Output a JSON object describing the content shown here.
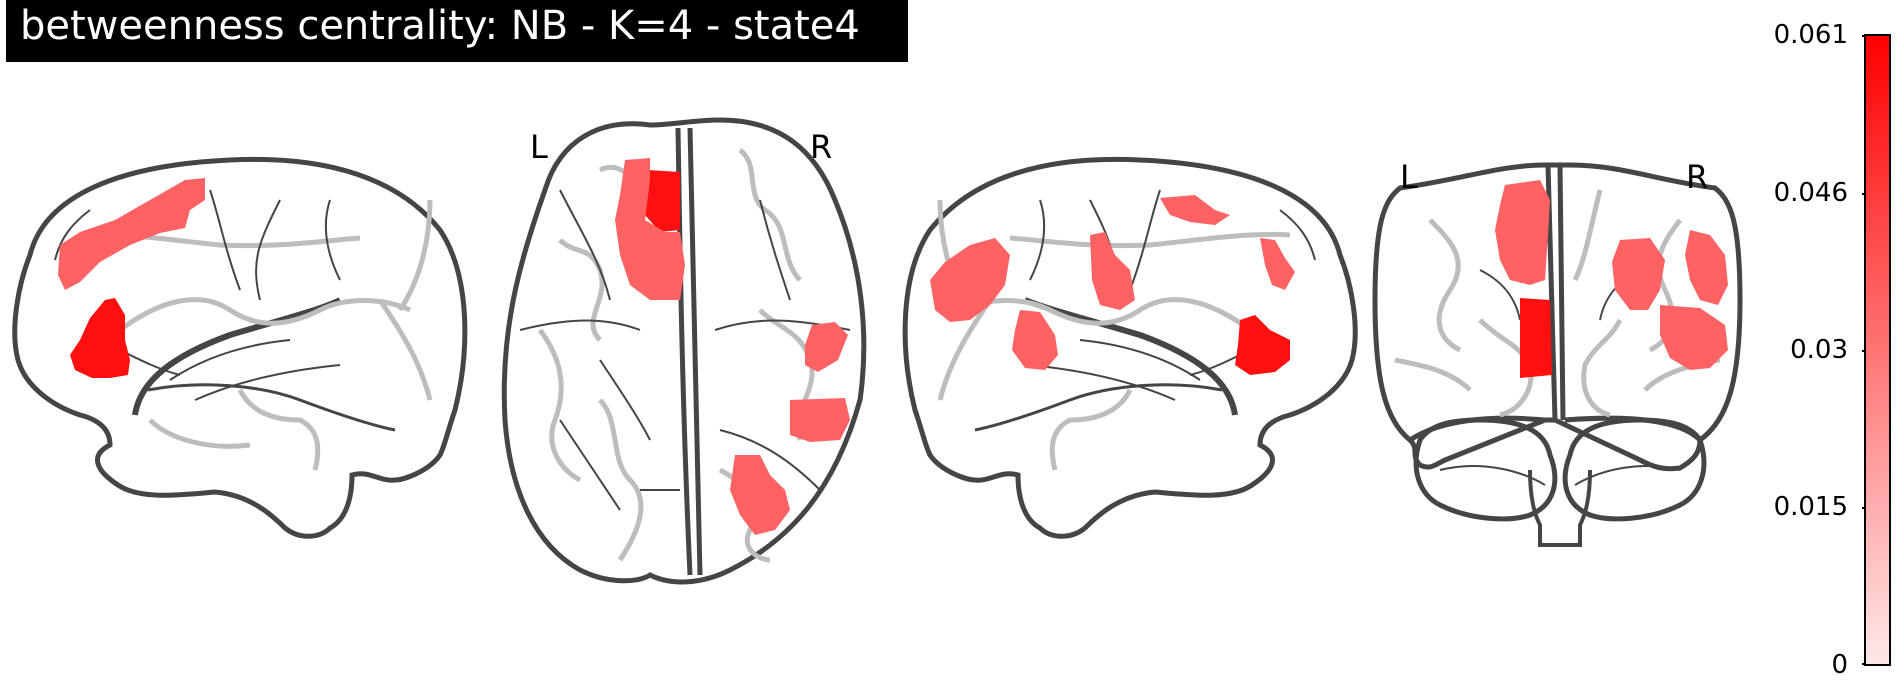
{
  "title": "betweenness centrality: NB - K=4 - state4",
  "views": {
    "axial": {
      "left_label": "L",
      "right_label": "R"
    },
    "coronal": {
      "left_label": "L",
      "right_label": "R"
    }
  },
  "colorbar": {
    "min": 0,
    "max": 0.061,
    "ticks": [
      "0.061",
      "0.046",
      "0.03",
      "0.015",
      "0"
    ],
    "color_low": "#ffe8e8",
    "color_high": "#ff0000"
  },
  "colors": {
    "outline": "#454545",
    "sulci": "#bdbdbd",
    "strong_cluster": "#ff0f0f",
    "medium_cluster": "#ff6262"
  }
}
